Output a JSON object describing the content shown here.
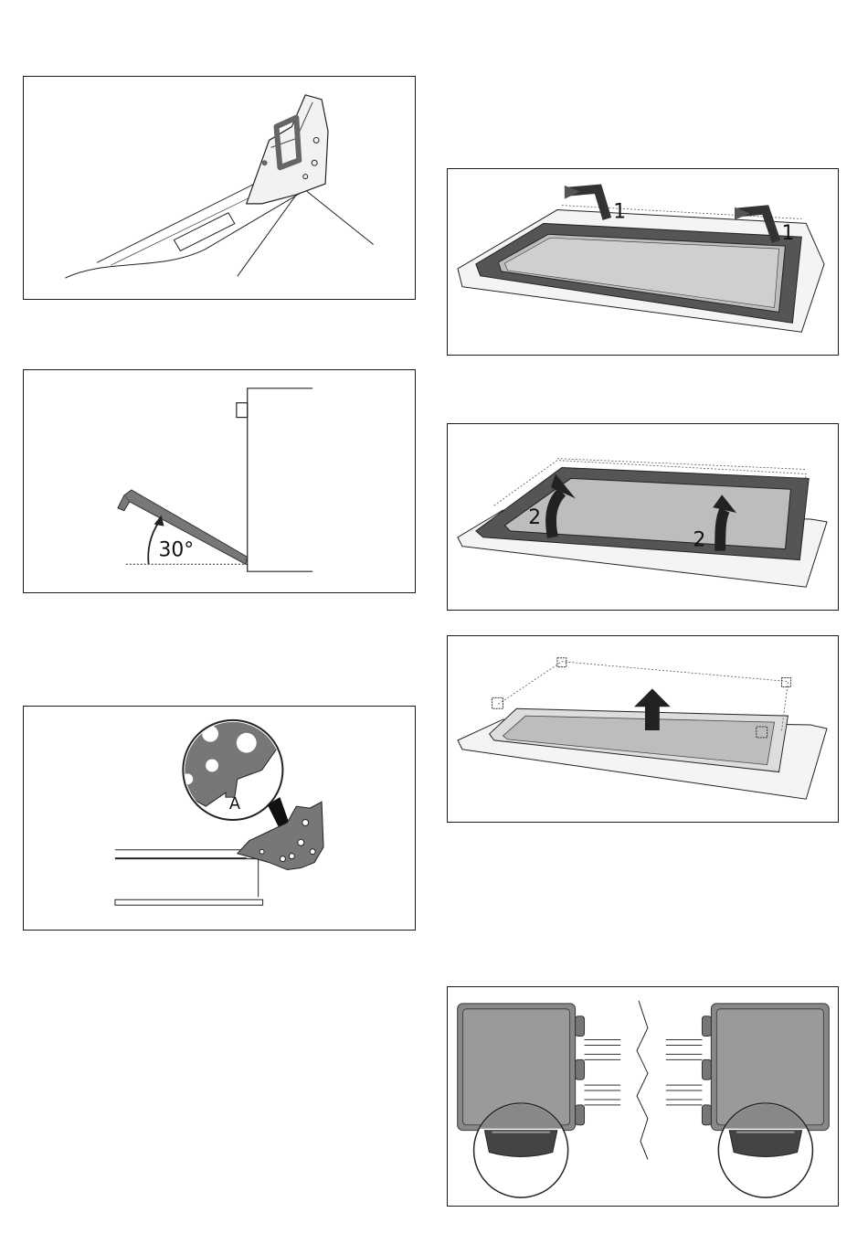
{
  "figures": {
    "hinge": {},
    "angle": {
      "angle_label": "30°"
    },
    "hinge_detail": {
      "callout_label": "A"
    },
    "step1": {
      "arrow_label_left": "1",
      "arrow_label_right": "1"
    },
    "step2": {
      "arrow_label_left": "2",
      "arrow_label_right": "2"
    },
    "step3": {},
    "glass_panels": {}
  }
}
